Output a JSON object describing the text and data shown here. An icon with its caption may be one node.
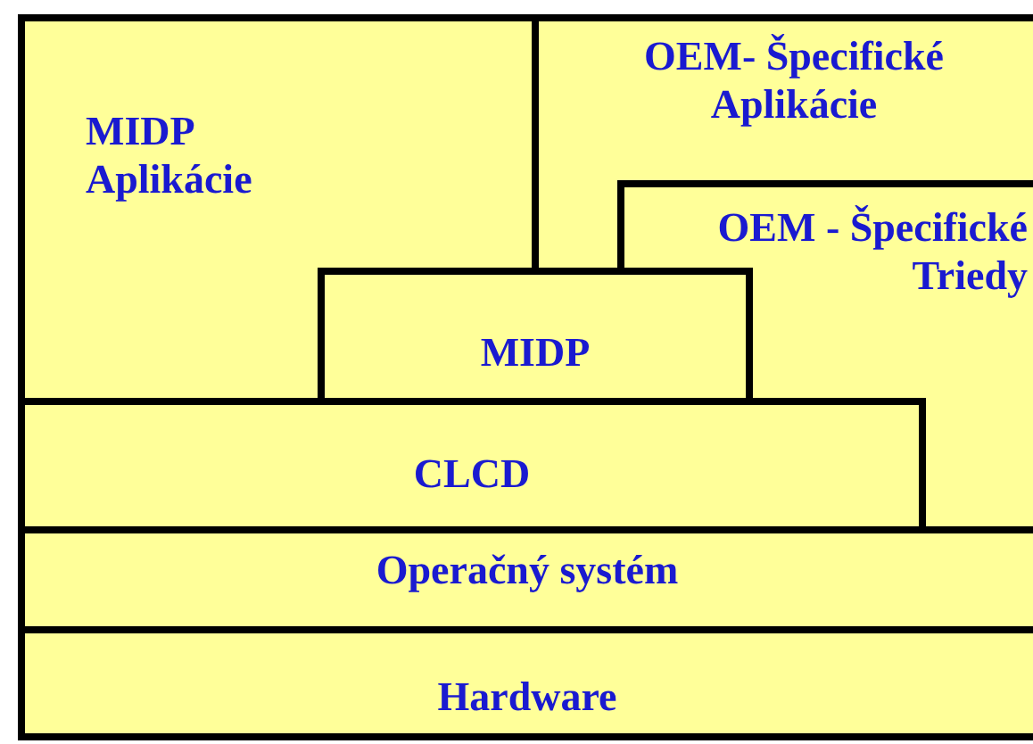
{
  "diagram": {
    "nodes": [
      {
        "text": [
          "MIDP Aplikácie"
        ]
      },
      {
        "text": [
          "OEM- Špecifické Aplikácie"
        ]
      },
      {
        "text": [
          "OEM - Špecifické Triedy"
        ]
      },
      {
        "text": [
          "MIDP"
        ]
      },
      {
        "text": [
          "CLCD"
        ]
      },
      {
        "text": [
          "Operačný systém"
        ]
      },
      {
        "text": [
          "Hardware"
        ]
      }
    ]
  }
}
